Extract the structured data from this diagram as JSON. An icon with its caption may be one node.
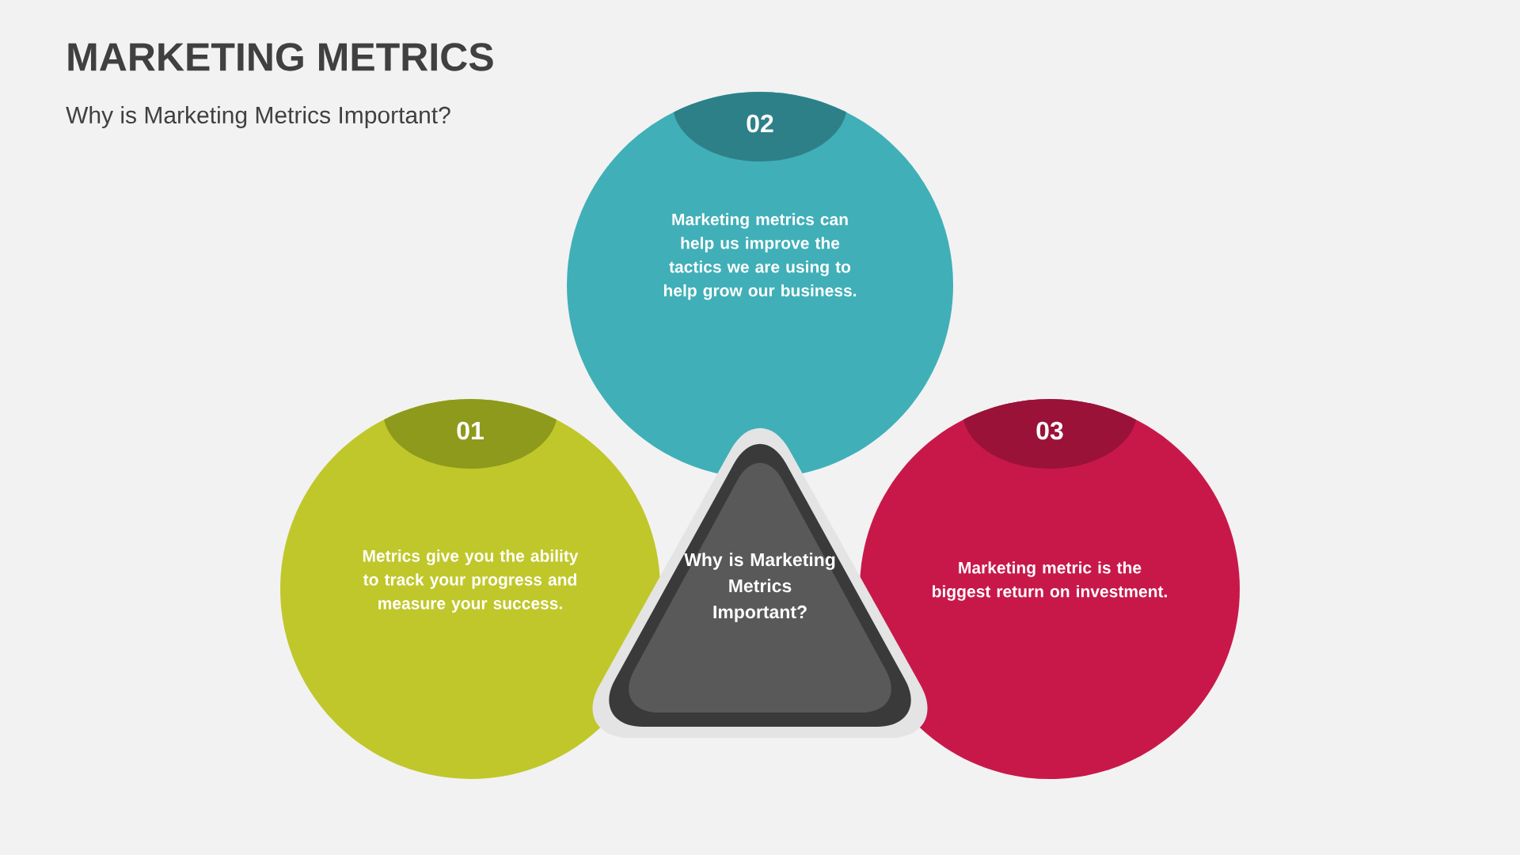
{
  "diagram": {
    "title": "MARKETING METRICS",
    "nodes": [
      {
        "text": [
          "01",
          "Metrics give you the ability to track your progress and measure your success."
        ]
      },
      {
        "text": [
          "02",
          "Marketing metrics can help us improve the tactics we are using to help grow our business."
        ]
      },
      {
        "text": [
          "03",
          "Marketing metric is the biggest return on investment."
        ]
      },
      {
        "text": [
          "Why is Marketing Metrics Important?"
        ]
      }
    ],
    "labels": [
      "Why is Marketing Metrics Important?"
    ]
  }
}
